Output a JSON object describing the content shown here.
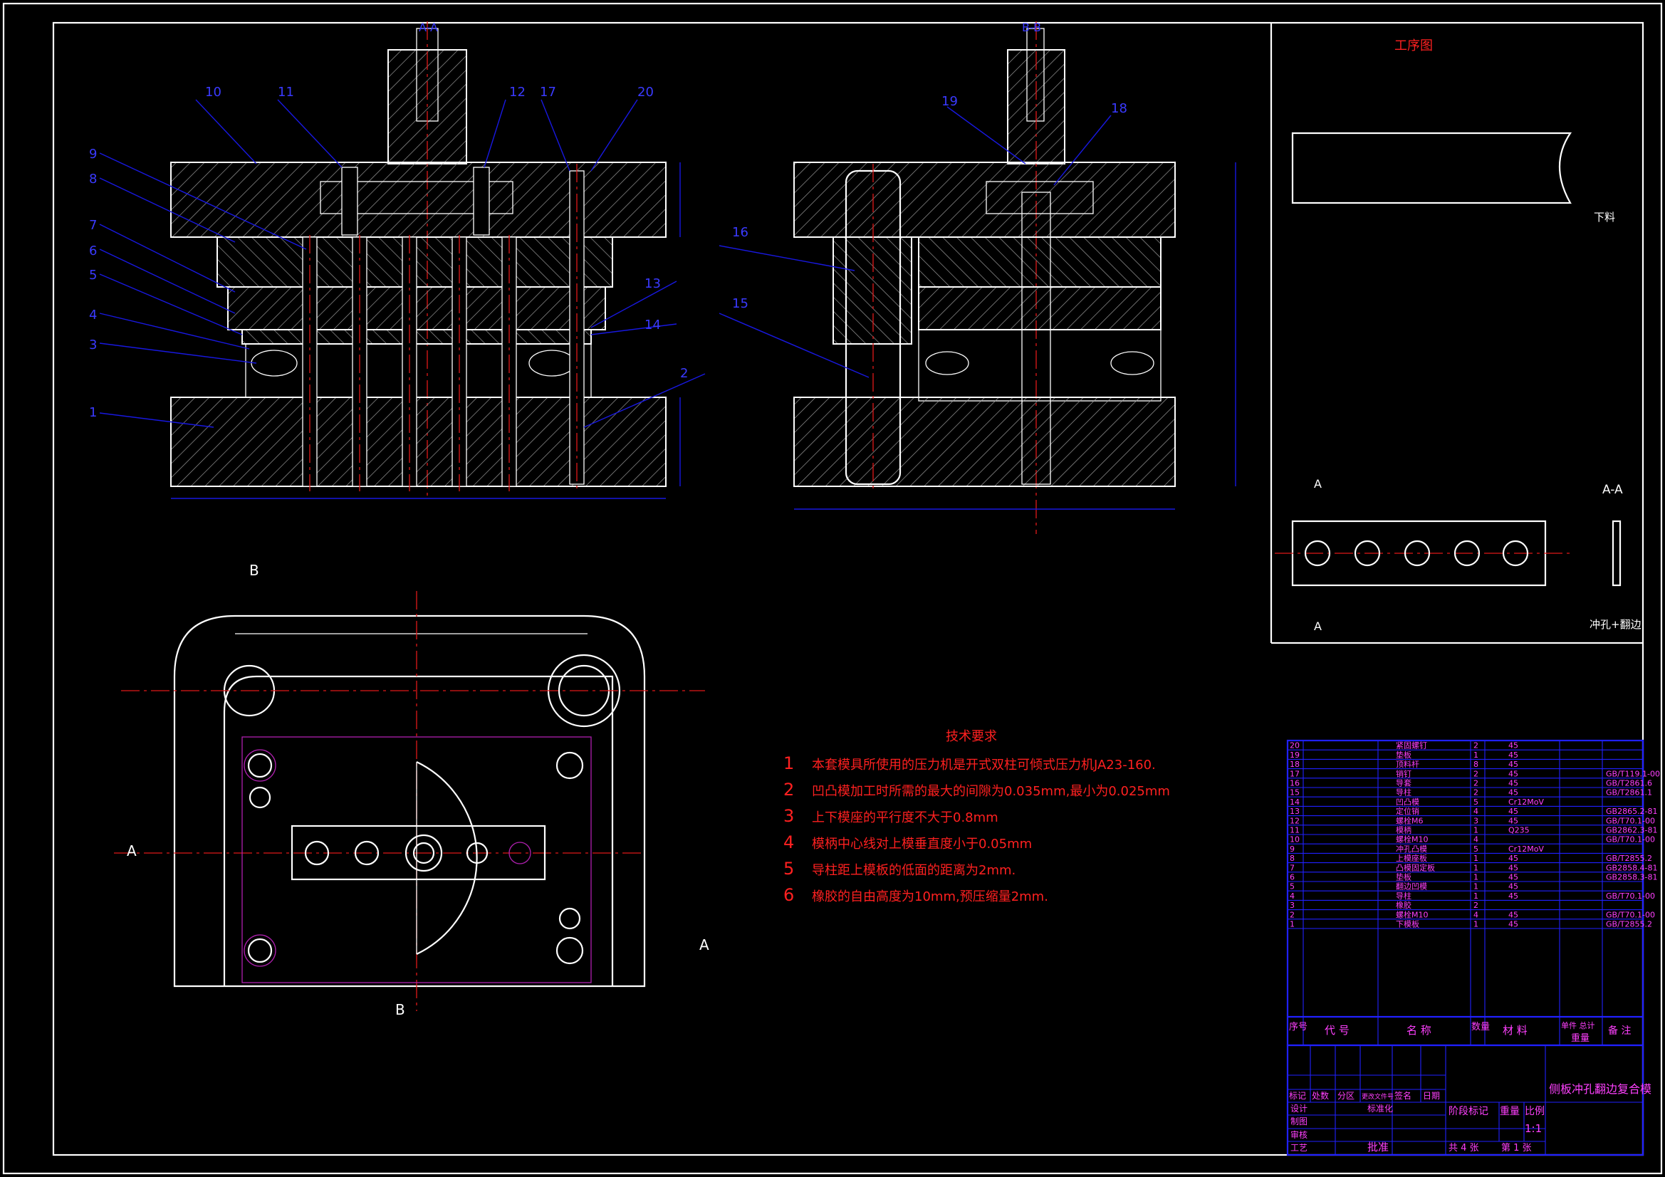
{
  "section_labels": {
    "a_a_top": "A-A",
    "b_b_top": "B-B",
    "a_a_right": "A-A",
    "a_left": "A",
    "a_right": "A",
    "b_top": "B",
    "b_bottom": "B",
    "a_sec_top": "A",
    "a_sec_bottom": "A"
  },
  "part_numbers": [
    "1",
    "2",
    "3",
    "4",
    "5",
    "6",
    "7",
    "8",
    "9",
    "10",
    "11",
    "12",
    "13",
    "14",
    "15",
    "16",
    "17",
    "18",
    "19",
    "20"
  ],
  "process": {
    "title": "工序图",
    "step1": "下料",
    "step2": "冲孔+翻边"
  },
  "tech": {
    "title": "技术要求",
    "items": [
      {
        "n": "1",
        "text": "本套模具所使用的压力机是开式双柱可倾式压力机JA23-160."
      },
      {
        "n": "2",
        "text": "凹凸模加工时所需的最大的间隙为0.035mm,最小为0.025mm"
      },
      {
        "n": "3",
        "text": "上下模座的平行度不大于0.8mm"
      },
      {
        "n": "4",
        "text": "模柄中心线对上模垂直度小于0.05mm"
      },
      {
        "n": "5",
        "text": "导柱距上模板的低面的距离为2mm."
      },
      {
        "n": "6",
        "text": "橡胶的自由高度为10mm,预压缩量2mm."
      }
    ]
  },
  "bom": {
    "rows": [
      {
        "no": "20",
        "name": "紧固螺钉",
        "qty": "2",
        "mat": "45",
        "std": ""
      },
      {
        "no": "19",
        "name": "垫板",
        "qty": "1",
        "mat": "45",
        "std": ""
      },
      {
        "no": "18",
        "name": "顶料杆",
        "qty": "8",
        "mat": "45",
        "std": ""
      },
      {
        "no": "17",
        "name": "销钉",
        "qty": "2",
        "mat": "45",
        "std": "GB/T119.1-00"
      },
      {
        "no": "16",
        "name": "导套",
        "qty": "2",
        "mat": "45",
        "std": "GB/T2861.6"
      },
      {
        "no": "15",
        "name": "导柱",
        "qty": "2",
        "mat": "45",
        "std": "GB/T2861.1"
      },
      {
        "no": "14",
        "name": "凹凸模",
        "qty": "5",
        "mat": "Cr12MoV",
        "std": ""
      },
      {
        "no": "13",
        "name": "定位销",
        "qty": "4",
        "mat": "45",
        "std": "GB2865.2-81"
      },
      {
        "no": "12",
        "name": "螺栓M6",
        "qty": "3",
        "mat": "45",
        "std": "GB/T70.1-00"
      },
      {
        "no": "11",
        "name": "模柄",
        "qty": "1",
        "mat": "Q235",
        "std": "GB2862.3-81"
      },
      {
        "no": "10",
        "name": "螺栓M10",
        "qty": "4",
        "mat": "",
        "std": "GB/T70.1-00"
      },
      {
        "no": "9",
        "name": "冲孔凸模",
        "qty": "5",
        "mat": "Cr12MoV",
        "std": ""
      },
      {
        "no": "8",
        "name": "上模座板",
        "qty": "1",
        "mat": "45",
        "std": "GB/T2855.2"
      },
      {
        "no": "7",
        "name": "凸模固定板",
        "qty": "1",
        "mat": "45",
        "std": "GB2858.4-81"
      },
      {
        "no": "6",
        "name": "垫板",
        "qty": "1",
        "mat": "45",
        "std": "GB2858.3-81"
      },
      {
        "no": "5",
        "name": "翻边凹模",
        "qty": "1",
        "mat": "45",
        "std": ""
      },
      {
        "no": "4",
        "name": "导柱",
        "qty": "1",
        "mat": "45",
        "std": "GB/T70.1-00"
      },
      {
        "no": "3",
        "name": "橡胶",
        "qty": "2",
        "mat": "",
        "std": ""
      },
      {
        "no": "2",
        "name": "螺栓M10",
        "qty": "4",
        "mat": "45",
        "std": "GB/T70.1-00"
      },
      {
        "no": "1",
        "name": "下模板",
        "qty": "1",
        "mat": "45",
        "std": "GB/T2855.2"
      }
    ],
    "header": {
      "seq": "序号",
      "code": "代 号",
      "name": "名 称",
      "qty": "数量",
      "mat": "材 料",
      "unit": "单件 总计",
      "weight": "重量",
      "note": "备 注"
    }
  },
  "title_block": {
    "name": "侧板冲孔翻边复合模",
    "mark": "标记",
    "count": "处数",
    "zone": "分区",
    "doc": "更改文件号",
    "sign": "签名",
    "date": "日期",
    "design": "设计",
    "std": "标准化",
    "draw": "制图",
    "check": "审核",
    "craft": "工艺",
    "approve": "批准",
    "stage": "阶段标记",
    "weight": "重量",
    "scale_label": "比例",
    "scale": "1:1",
    "sheets": "共 4 张",
    "sheet_no": "第 1 张"
  }
}
